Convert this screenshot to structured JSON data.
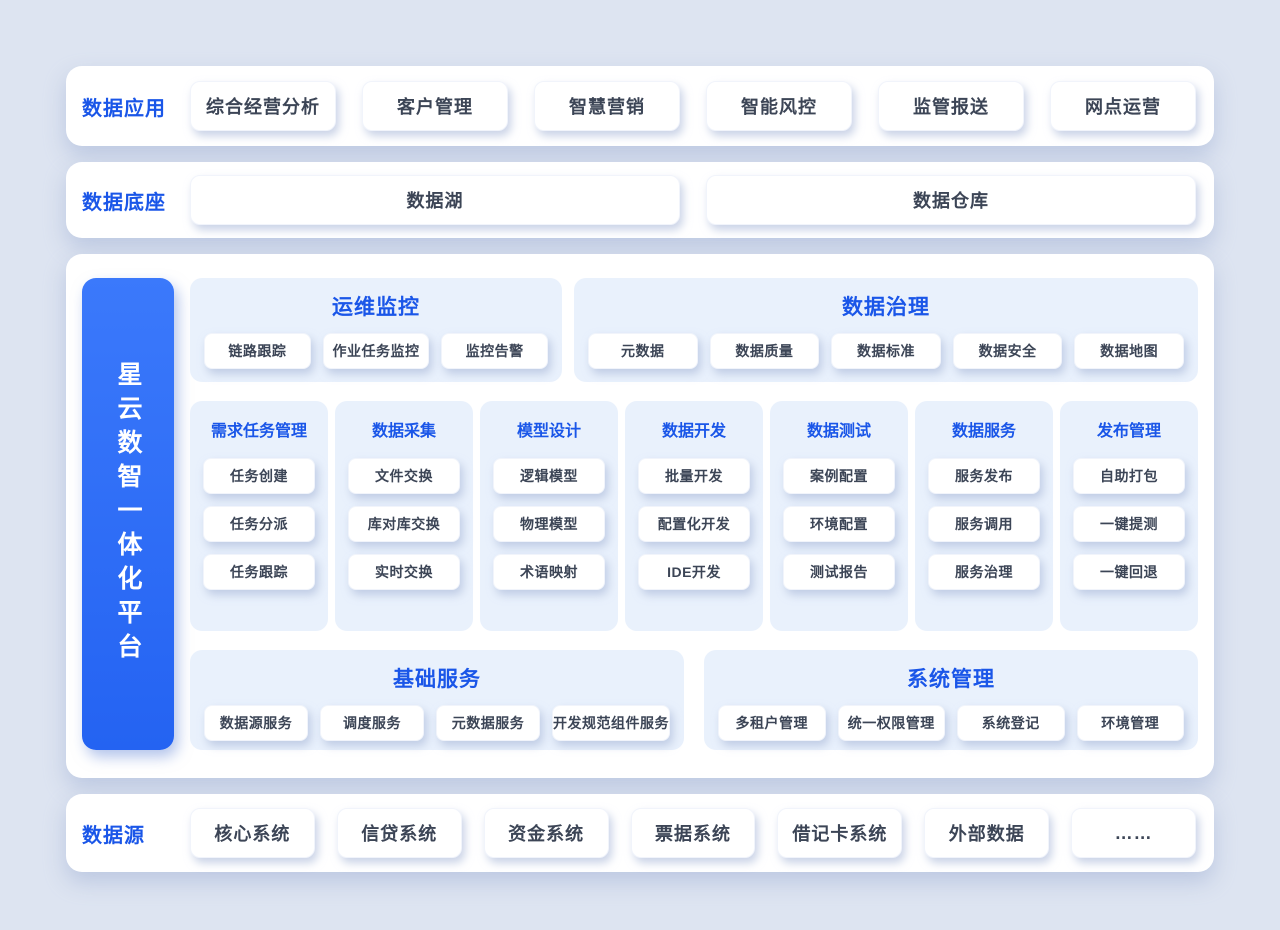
{
  "palette": {
    "background": "#dde4f1",
    "card_white": "#ffffff",
    "panel_blue": "#e9f1fc",
    "title_blue": "#1a56e8",
    "bar_blue": "#2b6cf6",
    "pill_text": "#3c4556"
  },
  "applications": {
    "label": "数据应用",
    "items": [
      "综合经营分析",
      "客户管理",
      "智慧营销",
      "智能风控",
      "监管报送",
      "网点运营"
    ]
  },
  "foundation": {
    "label": "数据底座",
    "items": [
      "数据湖",
      "数据仓库"
    ]
  },
  "platform": {
    "name": "星云数智一体化平台",
    "monitor": {
      "title": "运维监控",
      "items": [
        "链路跟踪",
        "作业任务监控",
        "监控告警"
      ]
    },
    "governance": {
      "title": "数据治理",
      "items": [
        "元数据",
        "数据质量",
        "数据标准",
        "数据安全",
        "数据地图"
      ]
    },
    "columns": [
      {
        "title": "需求任务管理",
        "items": [
          "任务创建",
          "任务分派",
          "任务跟踪"
        ]
      },
      {
        "title": "数据采集",
        "items": [
          "文件交换",
          "库对库交换",
          "实时交换"
        ]
      },
      {
        "title": "模型设计",
        "items": [
          "逻辑模型",
          "物理模型",
          "术语映射"
        ]
      },
      {
        "title": "数据开发",
        "items": [
          "批量开发",
          "配置化开发",
          "IDE开发"
        ]
      },
      {
        "title": "数据测试",
        "items": [
          "案例配置",
          "环境配置",
          "测试报告"
        ]
      },
      {
        "title": "数据服务",
        "items": [
          "服务发布",
          "服务调用",
          "服务治理"
        ]
      },
      {
        "title": "发布管理",
        "items": [
          "自助打包",
          "一键提测",
          "一键回退"
        ]
      }
    ],
    "base_services": {
      "title": "基础服务",
      "items": [
        "数据源服务",
        "调度服务",
        "元数据服务",
        "开发规范组件服务"
      ]
    },
    "system_mgmt": {
      "title": "系统管理",
      "items": [
        "多租户管理",
        "统一权限管理",
        "系统登记",
        "环境管理"
      ]
    }
  },
  "sources": {
    "label": "数据源",
    "items": [
      "核心系统",
      "信贷系统",
      "资金系统",
      "票据系统",
      "借记卡系统",
      "外部数据",
      "……"
    ]
  }
}
